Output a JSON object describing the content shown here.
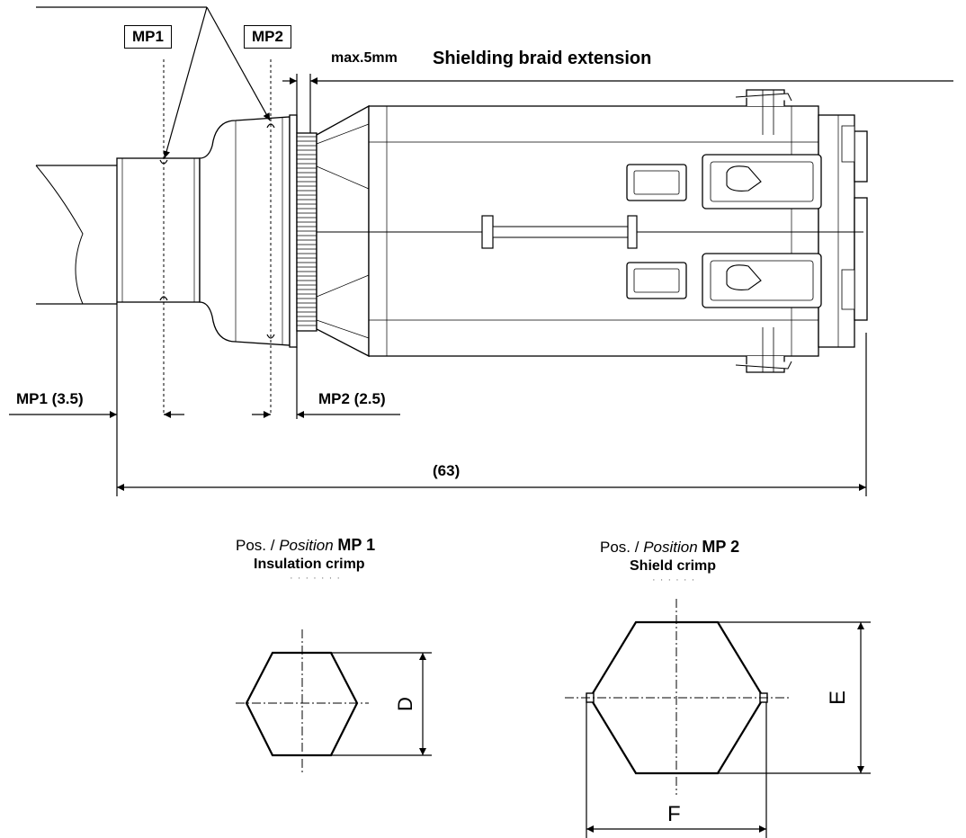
{
  "labels": {
    "mp1_box": "MP1",
    "mp2_box": "MP2",
    "max_gap": "max.5mm",
    "braid": "Shielding braid extension",
    "mp1_dim": "MP1 (3.5)",
    "mp2_dim": "MP2 (2.5)",
    "overall": "(63)"
  },
  "sections": {
    "mp1": {
      "pos_prefix": "Pos. / ",
      "pos_italic": "Position",
      "pos_id": "MP 1",
      "caption": "Insulation crimp",
      "dim": "D"
    },
    "mp2": {
      "pos_prefix": "Pos. / ",
      "pos_italic": "Position",
      "pos_id": "MP 2",
      "caption": "Shield crimp",
      "dim_height": "E",
      "dim_width": "F"
    }
  }
}
